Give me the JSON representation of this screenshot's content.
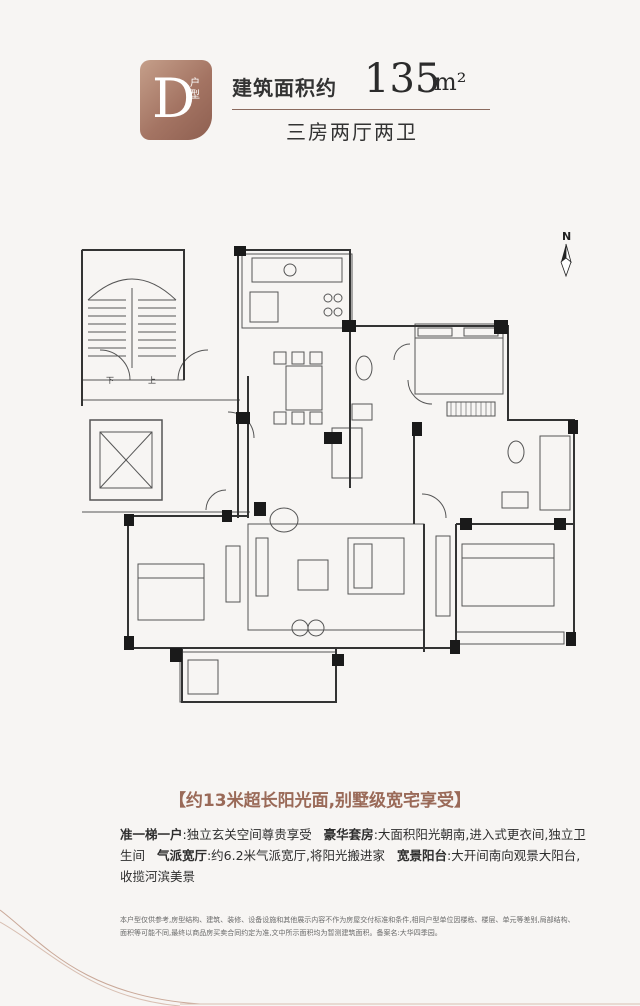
{
  "header": {
    "badge_letter": "D",
    "badge_sub": "户型",
    "area_label": "建筑面积约",
    "area_number": "135",
    "area_unit": "m²",
    "layout_type": "三房两厅两卫"
  },
  "compass_label": "N",
  "plan_labels": {
    "down": "下",
    "up": "上"
  },
  "slogan": "【约13米超长阳光面,别墅级宽宅享受】",
  "features": [
    {
      "title": "准一梯一户",
      "sep": ":",
      "text": "独立玄关空间尊贵享受"
    },
    {
      "title": "豪华套房",
      "sep": ":",
      "text": "大面积阳光朝南,进入式更衣间,独立卫生间"
    },
    {
      "title": "气派宽厅",
      "sep": ":",
      "text": "约6.2米气派宽厅,将阳光搬进家"
    },
    {
      "title": "宽景阳台",
      "sep": ":",
      "text": "大开间南向观景大阳台,收揽河滨美景"
    }
  ],
  "disclaimer": "本户型仅供参考,房型结构、建筑、装修、设备设施和其他展示内容不作为房屋交付标准和条件,相同户型单位因楼栋、楼层、单元等差别,局部结构、面积等可能不同,最终以商品房买卖合同约定为准,文中所示面积均为暂测建筑面积。备案名:大华四季园。",
  "colors": {
    "accent": "#a47463",
    "slogan": "#9a6a58",
    "wall": "#1a1a1a"
  }
}
